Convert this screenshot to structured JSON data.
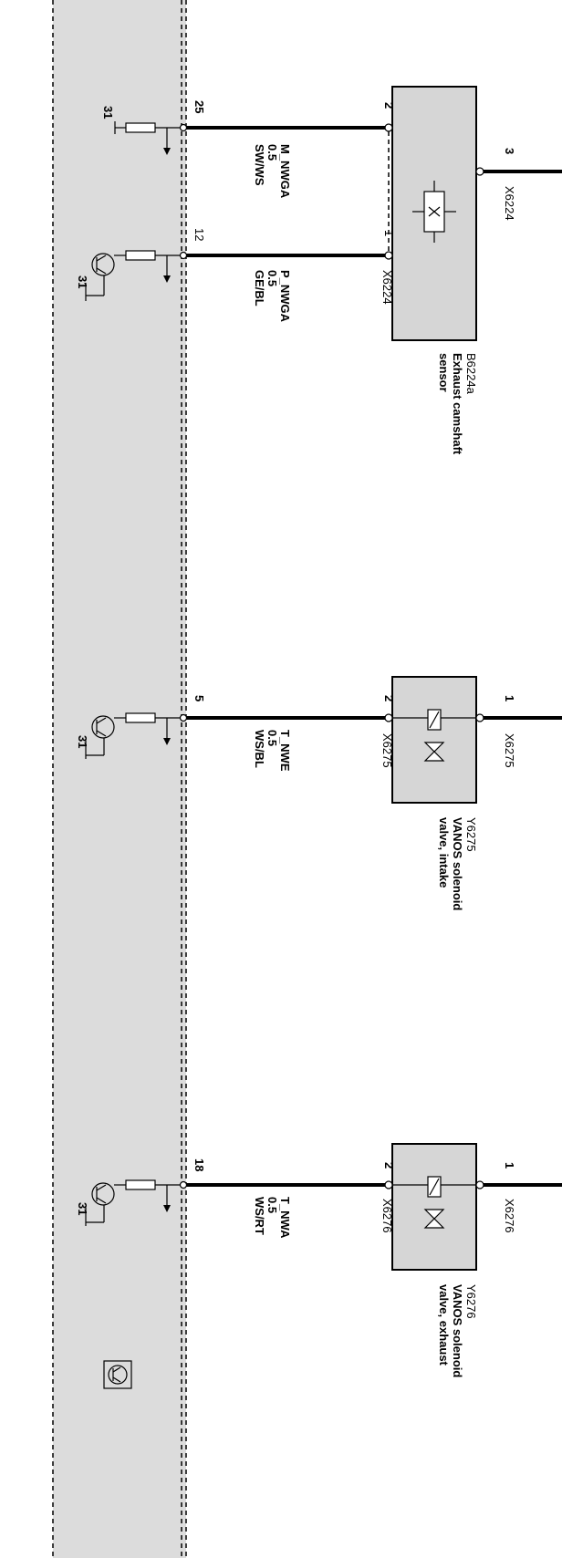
{
  "diagram": {
    "ecu_band_color": "#dcdcdc",
    "component_fill": "#d6d6d6",
    "ground_label": "31",
    "pins": {
      "p25": "25",
      "p12": "12",
      "p5": "5",
      "p18": "18"
    },
    "wires": {
      "w25": {
        "name": "M_NWGA",
        "size": "0.5",
        "color": "SW/WS"
      },
      "w12": {
        "name": "P_NWGA",
        "size": "0.5",
        "color": "GE/BL"
      },
      "w5": {
        "name": "T_NWE",
        "size": "0.5",
        "color": "WS/BL"
      },
      "w18": {
        "name": "T_NWA",
        "size": "0.5",
        "color": "WS/RT"
      }
    },
    "components": {
      "b6224a": {
        "code": "B6224a",
        "line1": "Exhaust camshaft",
        "line2": "sensor",
        "connector": "X6224",
        "pin_a": "2",
        "pin_b": "1",
        "pin_out": "3"
      },
      "y6275": {
        "code": "Y6275",
        "line1": "VANOS solenoid",
        "line2": "valve, intake",
        "connector": "X6275",
        "pin_in": "2",
        "pin_out": "1"
      },
      "y6276": {
        "code": "Y6276",
        "line1": "VANOS solenoid",
        "line2": "valve, exhaust",
        "connector": "X6276",
        "pin_in": "2",
        "pin_out": "1"
      }
    }
  }
}
